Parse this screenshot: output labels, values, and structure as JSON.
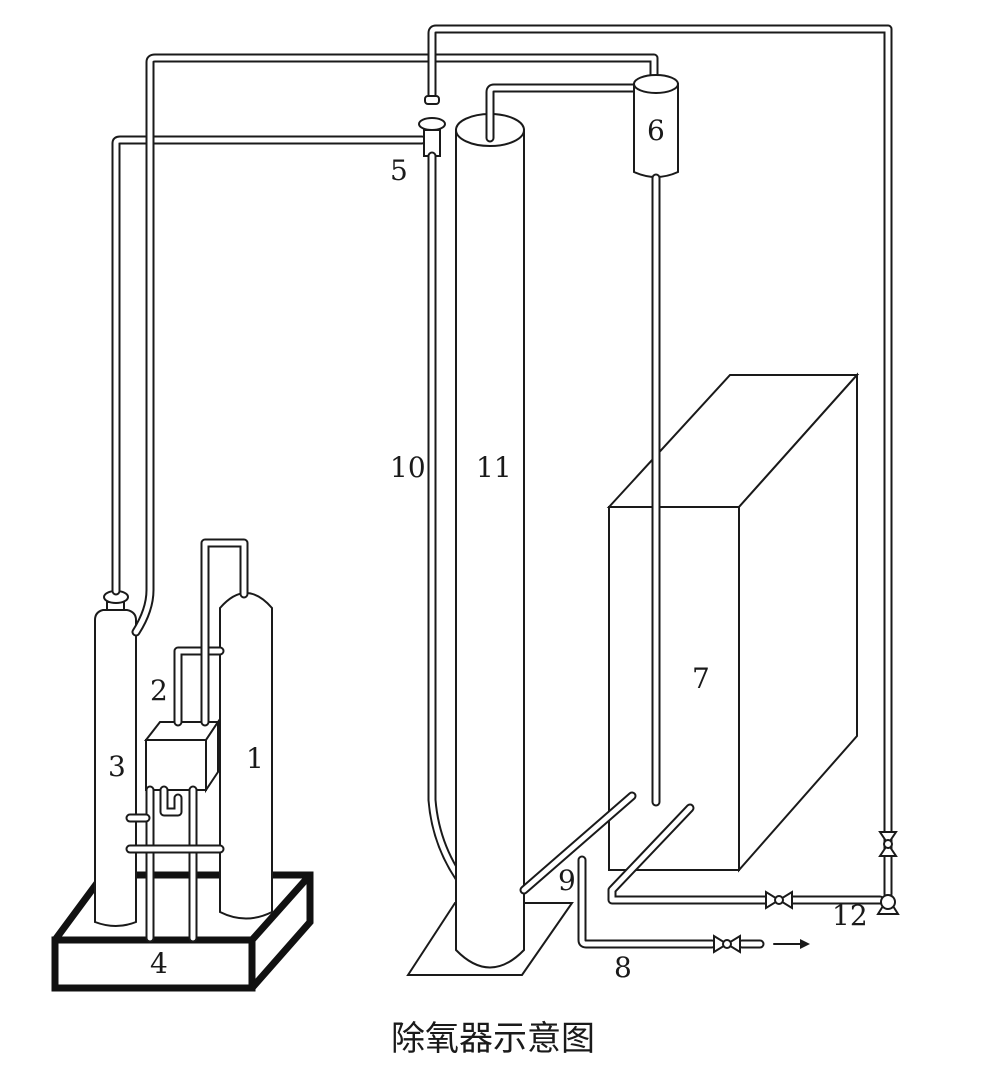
{
  "caption": "除氧器示意图",
  "labels": {
    "l1": "1",
    "l2": "2",
    "l3": "3",
    "l4": "4",
    "l5": "5",
    "l6": "6",
    "l7": "7",
    "l8": "8",
    "l9": "9",
    "l10": "10",
    "l11": "11",
    "l12": "12"
  }
}
